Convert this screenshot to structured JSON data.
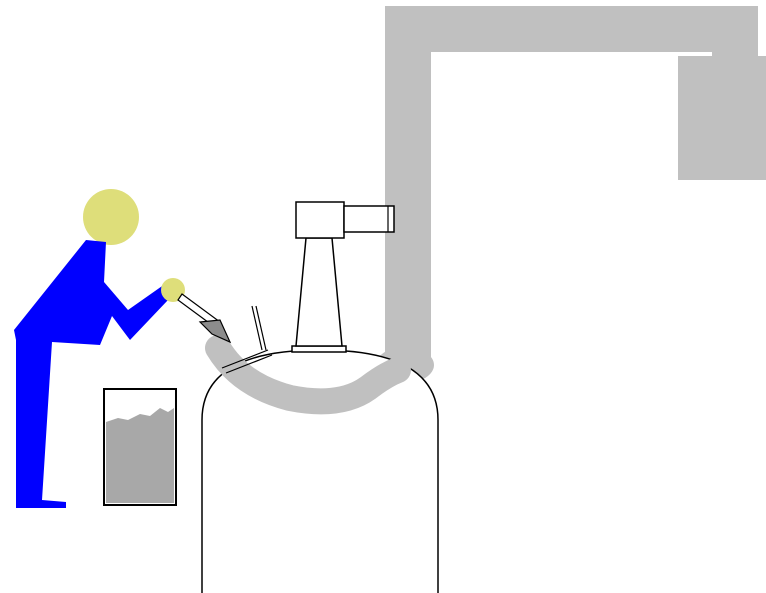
{
  "diagram": {
    "description_elements": [
      "worker",
      "tool",
      "waste-bin",
      "vessel",
      "flexible-hose",
      "exhaust-duct",
      "fan-unit",
      "nozzle",
      "vent-pipe"
    ],
    "colors": {
      "worker_body": "#0000ff",
      "worker_skin": "#dede7a",
      "duct": "#c0c0c0",
      "bin_fill": "#a8a8a8",
      "outline": "#000000",
      "background": "#ffffff"
    }
  }
}
